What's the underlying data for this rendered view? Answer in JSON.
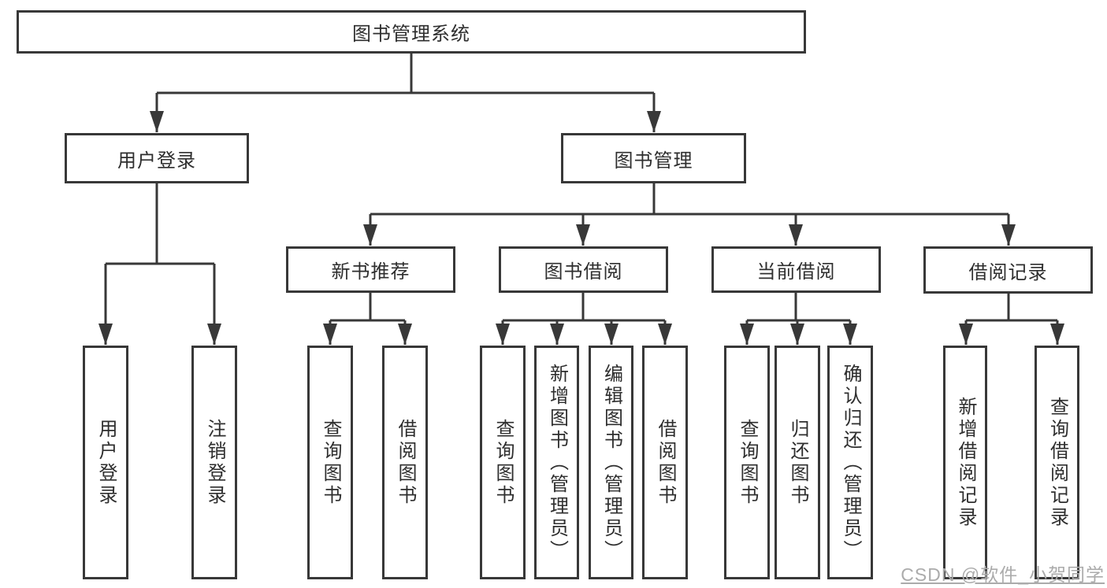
{
  "nodes": {
    "root": "图书管理系统",
    "level2": [
      "用户登录",
      "图书管理"
    ],
    "level3": [
      "新书推荐",
      "图书借阅",
      "当前借阅",
      "借阅记录"
    ],
    "leaves": [
      "用户登录",
      "注销登录",
      "查询图书",
      "借阅图书",
      "查询图书",
      "新增图书（管理员）",
      "编辑图书（管理员）",
      "借阅图书",
      "查询图书",
      "归还图书",
      "确认归还（管理员）",
      "新增借阅记录",
      "查询借阅记录"
    ]
  },
  "watermark": "CSDN @软件_小贺同学",
  "colors": {
    "line": "#383838",
    "text": "#2e2e2e",
    "box_background": "#ffffff",
    "watermark": "#ababab",
    "background": "#ffffff"
  }
}
